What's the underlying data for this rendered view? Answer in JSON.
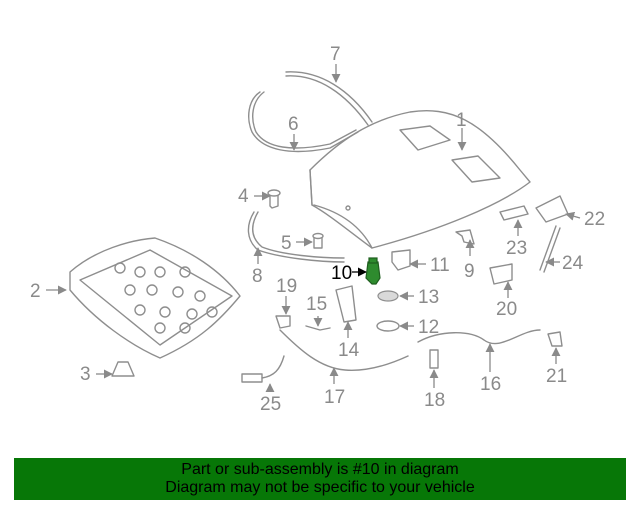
{
  "diagram": {
    "highlighted_part": "10",
    "callouts": [
      "1",
      "2",
      "3",
      "4",
      "5",
      "6",
      "7",
      "8",
      "9",
      "10",
      "11",
      "12",
      "13",
      "14",
      "15",
      "16",
      "17",
      "18",
      "19",
      "20",
      "21",
      "22",
      "23",
      "24",
      "25"
    ]
  },
  "banner": {
    "line1": "Part or sub-assembly is #10 in diagram",
    "line2": "Diagram may not be specific to your vehicle",
    "background": "#077707"
  },
  "colors": {
    "line_art": "#8e8e8e",
    "highlight_part": "#2e8b2e",
    "highlight_label": "#000000"
  }
}
